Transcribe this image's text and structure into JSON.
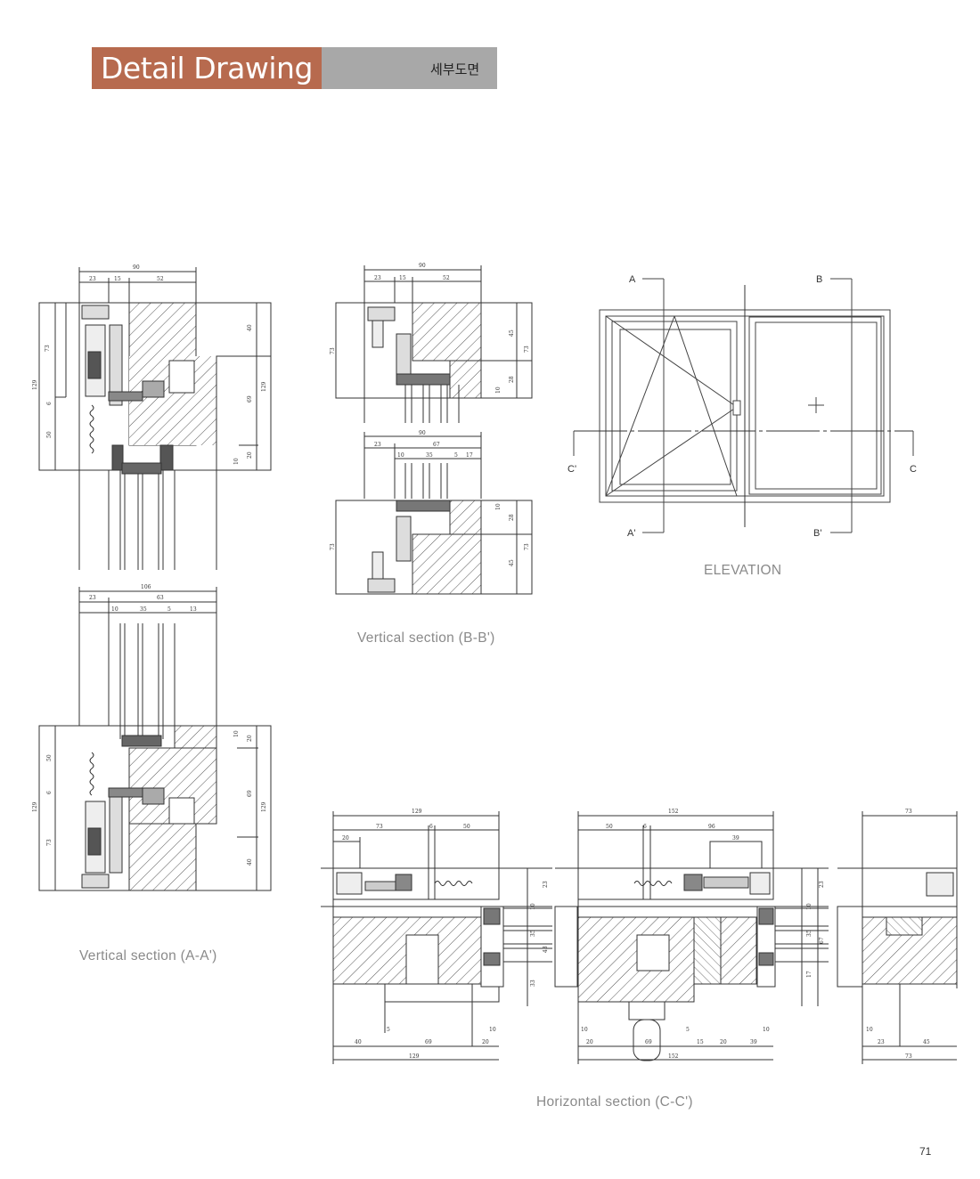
{
  "header": {
    "title": "Detail Drawing",
    "subtitle_kr": "세부도면"
  },
  "captions": {
    "vertical_aa": "Vertical section (A-A')",
    "vertical_bb": "Vertical section (B-B')",
    "elevation": "ELEVATION",
    "horizontal_cc": "Horizontal section (C-C')"
  },
  "elevation_marks": {
    "a": "A",
    "a_prime": "A'",
    "b": "B",
    "b_prime": "B'",
    "c": "C",
    "c_prime": "C'"
  },
  "dimensions": {
    "aa_top": [
      "90",
      "23",
      "15",
      "52",
      "73",
      "129",
      "6",
      "50",
      "40",
      "69",
      "129",
      "10",
      "20"
    ],
    "aa_bottom": [
      "106",
      "23",
      "63",
      "10",
      "35",
      "5",
      "13",
      "50",
      "6",
      "129",
      "73",
      "10",
      "20",
      "69",
      "129",
      "40"
    ],
    "bb_top": [
      "90",
      "23",
      "15",
      "52",
      "73",
      "45",
      "73",
      "10",
      "28"
    ],
    "bb_bottom": [
      "90",
      "23",
      "67",
      "10",
      "35",
      "5",
      "17",
      "10",
      "28",
      "73",
      "45",
      "73"
    ],
    "cc_left": [
      "129",
      "73",
      "6",
      "50",
      "20",
      "23",
      "10",
      "35",
      "43",
      "33",
      "40",
      "69",
      "20",
      "129",
      "10",
      "5"
    ],
    "cc_mid": [
      "152",
      "50",
      "6",
      "96",
      "39",
      "23",
      "10",
      "35",
      "67",
      "17",
      "20",
      "69",
      "15",
      "20",
      "39",
      "152",
      "10",
      "5",
      "10"
    ],
    "cc_right": [
      "73",
      "10",
      "23",
      "45",
      "73"
    ]
  },
  "page_number": "71"
}
